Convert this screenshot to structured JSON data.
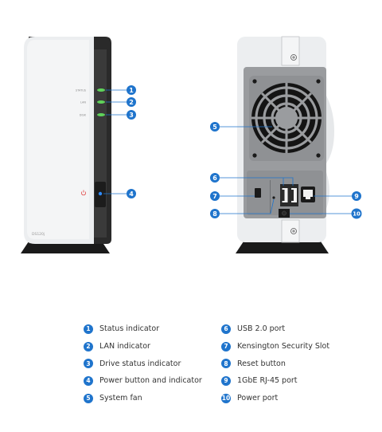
{
  "front": {
    "indicator_labels": [
      "STATUS",
      "LAN",
      "DISK"
    ],
    "model": "DS120j",
    "callouts": [
      "1",
      "2",
      "3",
      "4"
    ]
  },
  "back": {
    "callouts": [
      "5",
      "6",
      "7",
      "8",
      "9",
      "10"
    ]
  },
  "legend": [
    {
      "num": "1",
      "label": "Status indicator"
    },
    {
      "num": "2",
      "label": "LAN indicator"
    },
    {
      "num": "3",
      "label": "Drive status indicator"
    },
    {
      "num": "4",
      "label": "Power button and indicator"
    },
    {
      "num": "5",
      "label": "System fan"
    },
    {
      "num": "6",
      "label": "USB 2.0 port"
    },
    {
      "num": "7",
      "label": "Kensington Security Slot"
    },
    {
      "num": "8",
      "label": "Reset button"
    },
    {
      "num": "9",
      "label": "1GbE RJ-45 port"
    },
    {
      "num": "10",
      "label": "Power port"
    }
  ],
  "colors": {
    "callout": "#1f74cc",
    "led_green": "#5fd35a",
    "power_led": "#2e8bff",
    "power_symbol": "#e03a3a"
  }
}
